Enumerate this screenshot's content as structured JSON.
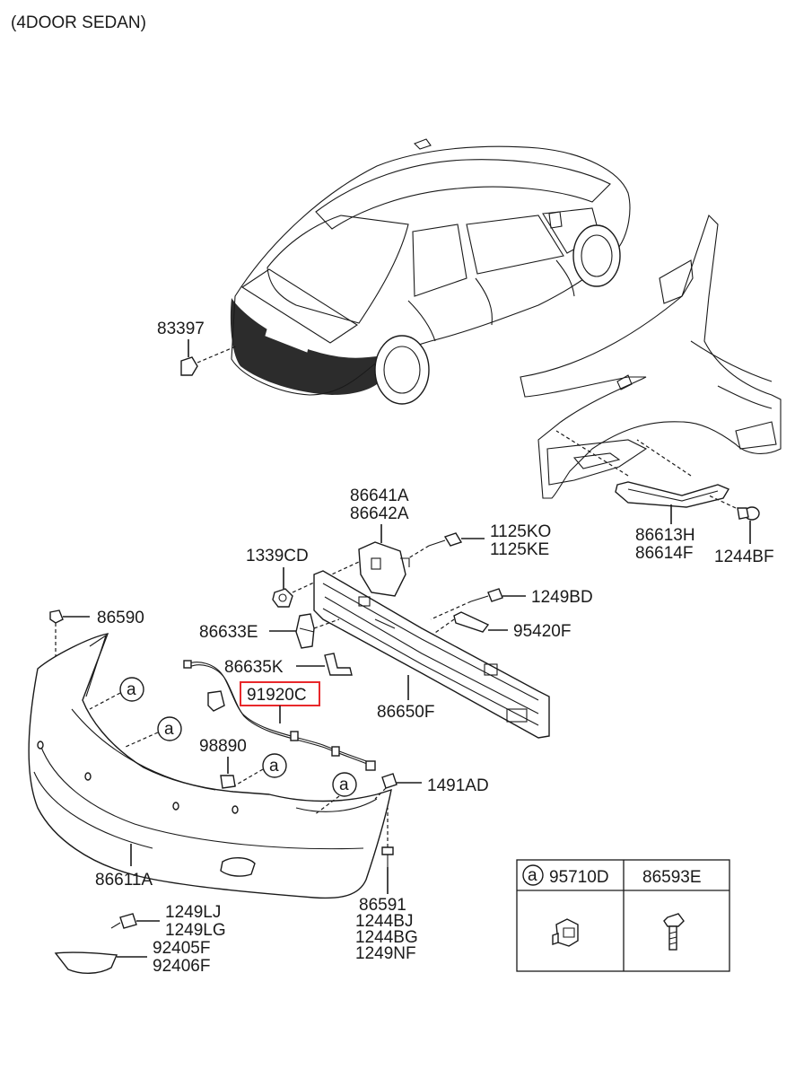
{
  "title": "(4DOOR SEDAN)",
  "part_labels": {
    "p83397": "83397",
    "p86641A": "86641A",
    "p86642A": "86642A",
    "p1125KO": "1125KO",
    "p1125KE": "1125KE",
    "p1339CD": "1339CD",
    "p1249BD": "1249BD",
    "p86590": "86590",
    "p86633E": "86633E",
    "p95420F": "95420F",
    "p86635K": "86635K",
    "p91920C": "91920C",
    "p86650F": "86650F",
    "p98890": "98890",
    "p1491AD": "1491AD",
    "p86611A": "86611A",
    "p86591": "86591",
    "p1244BJ": "1244BJ",
    "p1244BG": "1244BG",
    "p1249NF": "1249NF",
    "p1249LJ": "1249LJ",
    "p1249LG": "1249LG",
    "p92405F": "92405F",
    "p92406F": "92406F",
    "p86613H": "86613H",
    "p86614F": "86614F",
    "p1244BF": "1244BF"
  },
  "callout_letter": "a",
  "legend_table": {
    "marker": "a",
    "col1": "95710D",
    "col2": "86593E"
  },
  "highlighted_part": "91920C",
  "highlight_color": "#e8282b"
}
